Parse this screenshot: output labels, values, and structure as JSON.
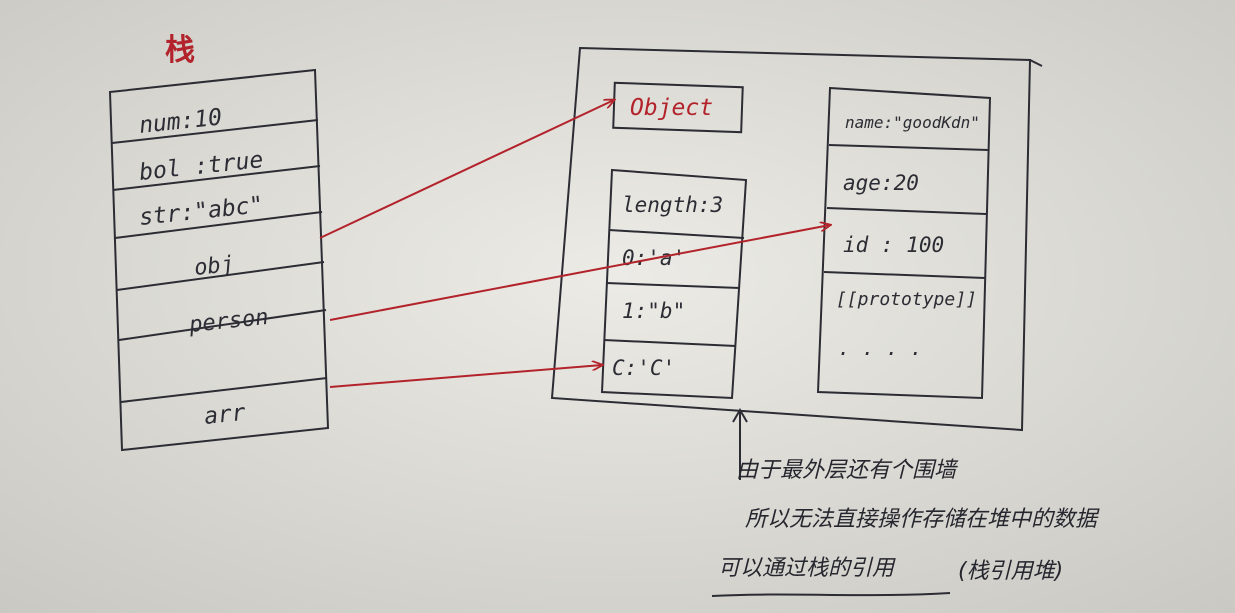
{
  "stack": {
    "title": "栈",
    "cells": [
      "num:10",
      "bol :true",
      "str:\"abc\"",
      "obj",
      "person",
      "arr"
    ]
  },
  "heap": {
    "object_label": "Object",
    "array_cells": [
      "length:3",
      "0:'a'",
      "1:\"b\"",
      "C:'C'"
    ],
    "person_cells": [
      "name:\"goodKdn\"",
      "age:20",
      "id : 100",
      "[[prototype]]",
      ". . . ."
    ]
  },
  "notes": {
    "line1": "由于最外层还有个围墙",
    "line2": "所以无法直接操作存储在堆中的数据",
    "line3_red": "可以通过栈的引用",
    "line3_black": "(栈引用堆)"
  },
  "colors": {
    "ink": "#2c2c34",
    "red_ink": "#b3232b",
    "paper": "#dcdbd6"
  }
}
